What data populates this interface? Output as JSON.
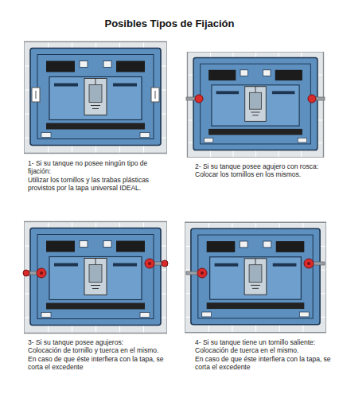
{
  "diagram": {
    "title": "Posibles Tipos de Fijación",
    "labels": [
      "1- Si su tanque no posee ningún tipo de fijación:",
      "Utilizar los tornillos y las trabas plásticas provistos por la tapa universal IDEAL.",
      "2- Si su tanque posee agujero con rosca: Colocar los tornillos en los mismos.",
      "3- Si su tanque posee agujeros:",
      "Colocación de tornillo y tuerca en el mismo.",
      "En caso de que éste interfiera con la tapa, se corta el excedente",
      "4- Si su tanque tiene un tornillo saliente:",
      "Colocación de tuerca en el mismo.",
      "En caso de que éste interfiera con la tapa, se corta el excedente"
    ]
  }
}
